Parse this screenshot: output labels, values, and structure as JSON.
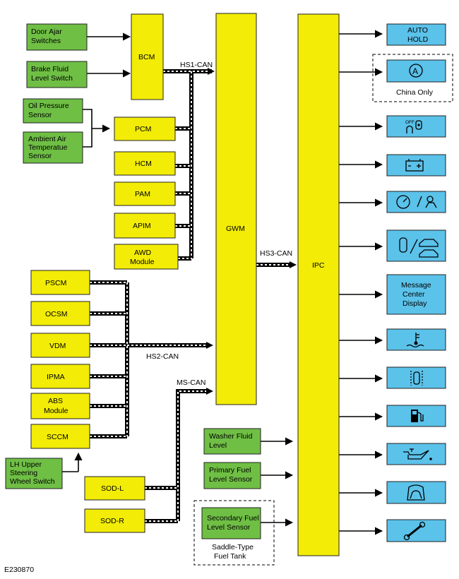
{
  "modules": {
    "bcm": "BCM",
    "pcm": "PCM",
    "hcm": "HCM",
    "pam": "PAM",
    "apim": "APIM",
    "awd": [
      "AWD",
      "Module"
    ],
    "gwm": "GWM",
    "ipc": "IPC",
    "pscm": "PSCM",
    "ocsm": "OCSM",
    "vdm": "VDM",
    "ipma": "IPMA",
    "abs": [
      "ABS",
      "Module"
    ],
    "sccm": "SCCM",
    "sodl": "SOD-L",
    "sodr": "SOD-R"
  },
  "inputs": {
    "door_ajar": [
      "Door Ajar",
      "Switches"
    ],
    "brake_fluid": [
      "Brake Fluid",
      "Level Switch"
    ],
    "oil_pressure": [
      "Oil Pressure",
      "Sensor"
    ],
    "ambient_air": [
      "Ambient Air",
      "Temperatue",
      "Sensor"
    ],
    "lh_steering": [
      "LH Upper",
      "Steering",
      "Wheel Switch"
    ],
    "washer_fluid": [
      "Washer Fluid",
      "Level"
    ],
    "primary_fuel": [
      "Primary Fuel",
      "Level Sensor"
    ],
    "secondary_fuel": [
      "Secondary Fuel",
      "Level Sensor"
    ]
  },
  "buses": {
    "hs1": "HS1-CAN",
    "hs2": "HS2-CAN",
    "hs3": "HS3-CAN",
    "ms": "MS-CAN"
  },
  "outputs": {
    "auto_hold": [
      "AUTO",
      "HOLD"
    ],
    "message_center": [
      "Message",
      "Center",
      "Display"
    ],
    "icons": [
      "auto-hold-a-icon",
      "seatbelt-off-icon",
      "battery-icon",
      "speed-warning-icon",
      "door-ajar-car-icon",
      "coolant-temp-icon",
      "door-open-icon",
      "fuel-pump-icon",
      "oil-pressure-icon",
      "washer-fluid-icon",
      "wrench-icon"
    ]
  },
  "notes": {
    "china_only": "China Only",
    "saddle": [
      "Saddle-Type",
      "Fuel Tank"
    ],
    "off": "OFF",
    "figure_id": "E230870"
  }
}
